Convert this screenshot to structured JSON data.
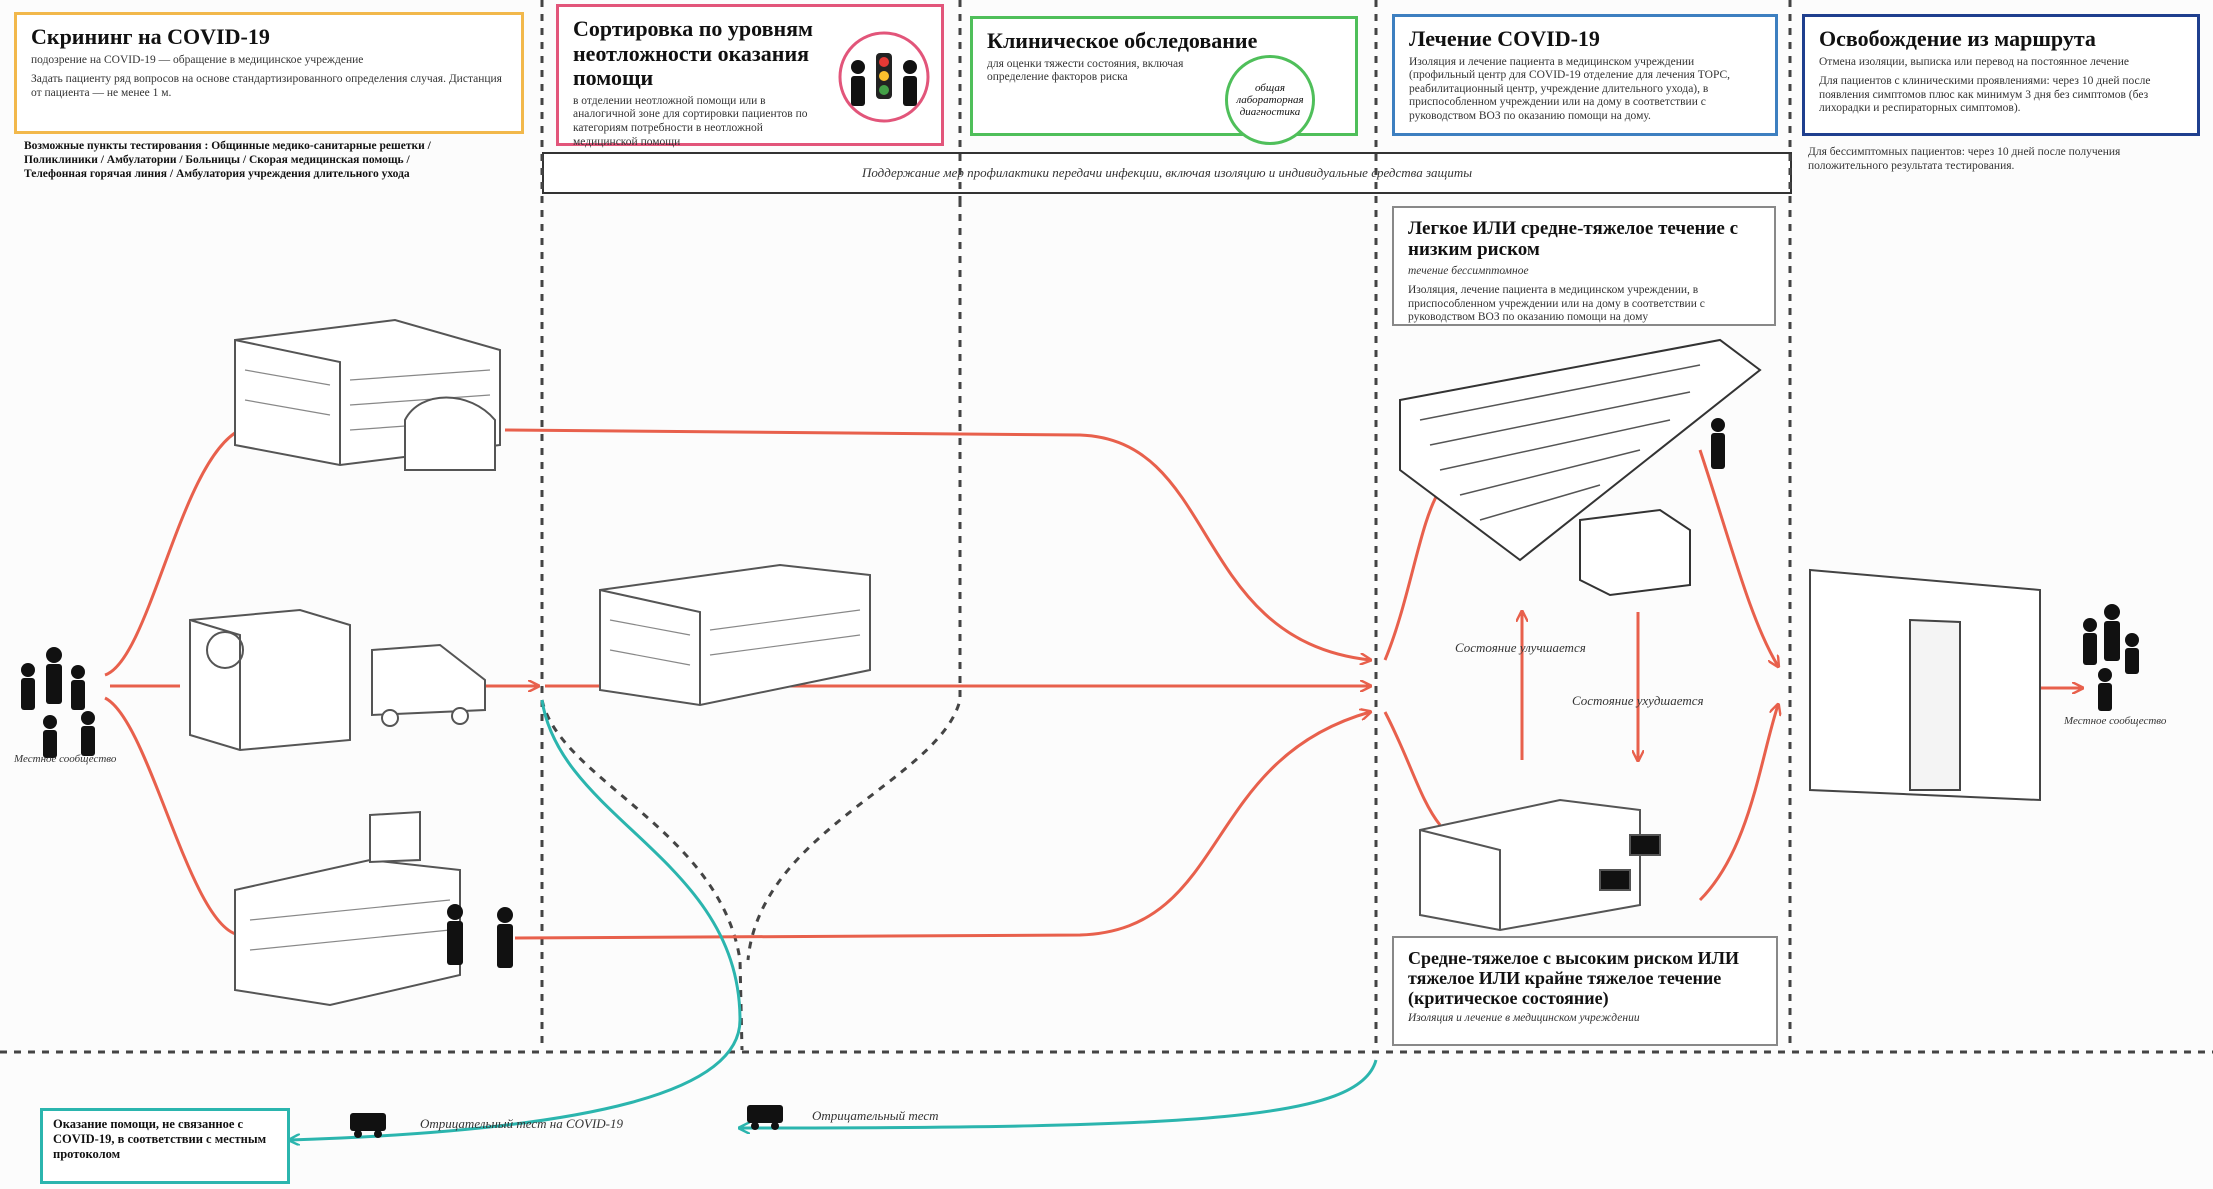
{
  "screening": {
    "title": "Скрининг на COVID-19",
    "line1": "подозрение на COVID-19 — обращение в медицинское учреждение",
    "line2": "Задать пациенту ряд вопросов на основе стандартизированного определения случая. Дистанция от пациента — не менее 1 м.",
    "points": "Возможные пункты тестирования : Общинные медико-санитарные решетки / Поликлиники / Амбулатории / Больницы / Скорая медицинская помощь / Телефонная горячая линия / Амбулатория учреждения длительного ухода"
  },
  "triage": {
    "title": "Сортировка по уровням неотложности оказания помощи",
    "text": "в отделении неотложной помощи или в аналогичной зоне для сортировки пациентов по категориям потребности в неотложной медицинской помощи"
  },
  "clinical": {
    "title": "Клиническое обследование",
    "text": "для оценки тяжести состояния, включая определение факторов риска",
    "circle": "общая лабораторная диагностика"
  },
  "treatment": {
    "title": "Лечение COVID-19",
    "text": "Изоляция и лечение пациента в медицинском учреждении (профильный центр для COVID-19 отделение для лечения ТОРС, реабилитационный центр, учреждение длительного ухода), в приспособленном учреждении или на дому в соответствии с руководством ВОЗ по оказанию помощи на дому."
  },
  "release": {
    "title": "Освобождение из маршрута",
    "text1": "Отмена изоляции, выписка или перевод на постоянное лечение",
    "text2": "Для пациентов с клиническими проявлениями: через 10 дней после появления симптомов плюс как минимум 3 дня без симптомов (без лихорадки и респираторных симптомов).",
    "text3": "Для бессимптомных пациентов: через 10 дней после получения положительного результата тестирования."
  },
  "banner": "Поддержание мер профилактики передачи инфекции, включая изоляцию и индивидуальные средства защиты",
  "mild": {
    "title": "Легкое ИЛИ средне-тяжелое течение с низким риском",
    "line1": "течение бессимптомное",
    "line2": "Изоляция, лечение пациента в медицинском учреждении, в приспособленном учреждении или на дому в соответствии с руководством ВОЗ по оказанию помощи на дому"
  },
  "severe": {
    "title": "Средне-тяжелое с высоким риском ИЛИ тяжелое ИЛИ крайне тяжелое течение (критическое состояние)",
    "line1": "Изоляция и лечение в медицинском учреждении"
  },
  "arrows": {
    "improves": "Состояние улучшается",
    "worsens": "Состояние ухудшается",
    "negative": "Отрицательный тест на COVID-19",
    "neg_test": "Отрицательный тест"
  },
  "community_left": "Местное сообщество",
  "community_right": "Местное сообщество",
  "non_covid": "Оказание помощи, не связанное с COVID-19, в соответствии с местным протоколом",
  "colors": {
    "screening": "#f2b84b",
    "triage": "#e2557a",
    "clinical": "#4fbf5a",
    "treatment": "#3d7fc0",
    "release": "#1f3f8e",
    "flow": "#e8604c",
    "non_covid": "#2bb5ae"
  }
}
